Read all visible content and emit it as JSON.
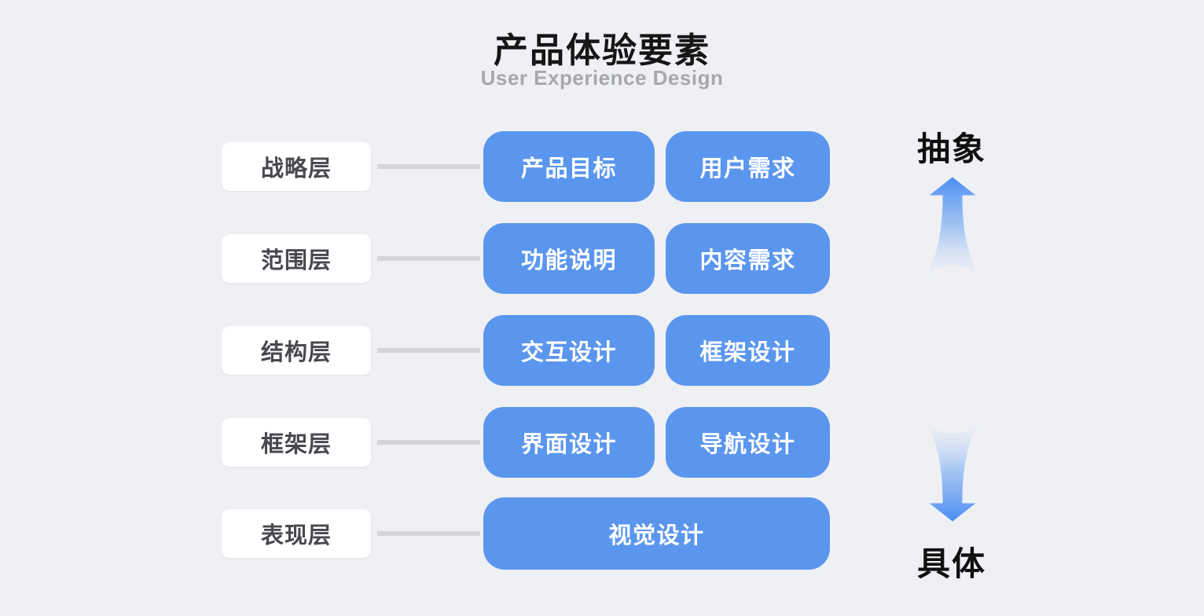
{
  "header": {
    "title": "产品体验要素",
    "subtitle": "User Experience Design"
  },
  "rows": [
    {
      "layer": "战略层",
      "items": [
        "产品目标",
        "用户需求"
      ]
    },
    {
      "layer": "范围层",
      "items": [
        "功能说明",
        "内容需求"
      ]
    },
    {
      "layer": "结构层",
      "items": [
        "交互设计",
        "框架设计"
      ]
    },
    {
      "layer": "框架层",
      "items": [
        "界面设计",
        "导航设计"
      ]
    },
    {
      "layer": "表现层",
      "items": [
        "视觉设计"
      ]
    }
  ],
  "scale": {
    "top_label": "抽象",
    "bottom_label": "具体"
  },
  "icons": {
    "up_arrow": "up-gradient-arrow",
    "down_arrow": "down-gradient-arrow"
  },
  "colors": {
    "background": "#eef0f4",
    "item_card_blue": "#5b96ee",
    "item_text": "#ffffff",
    "layer_card_white": "#ffffff",
    "layer_text": "#47494e",
    "connector_gray": "#d3d5d9",
    "title_text": "#161616",
    "subtitle_text": "#a6a8ad",
    "arrow_blue": "#4a8df3"
  }
}
